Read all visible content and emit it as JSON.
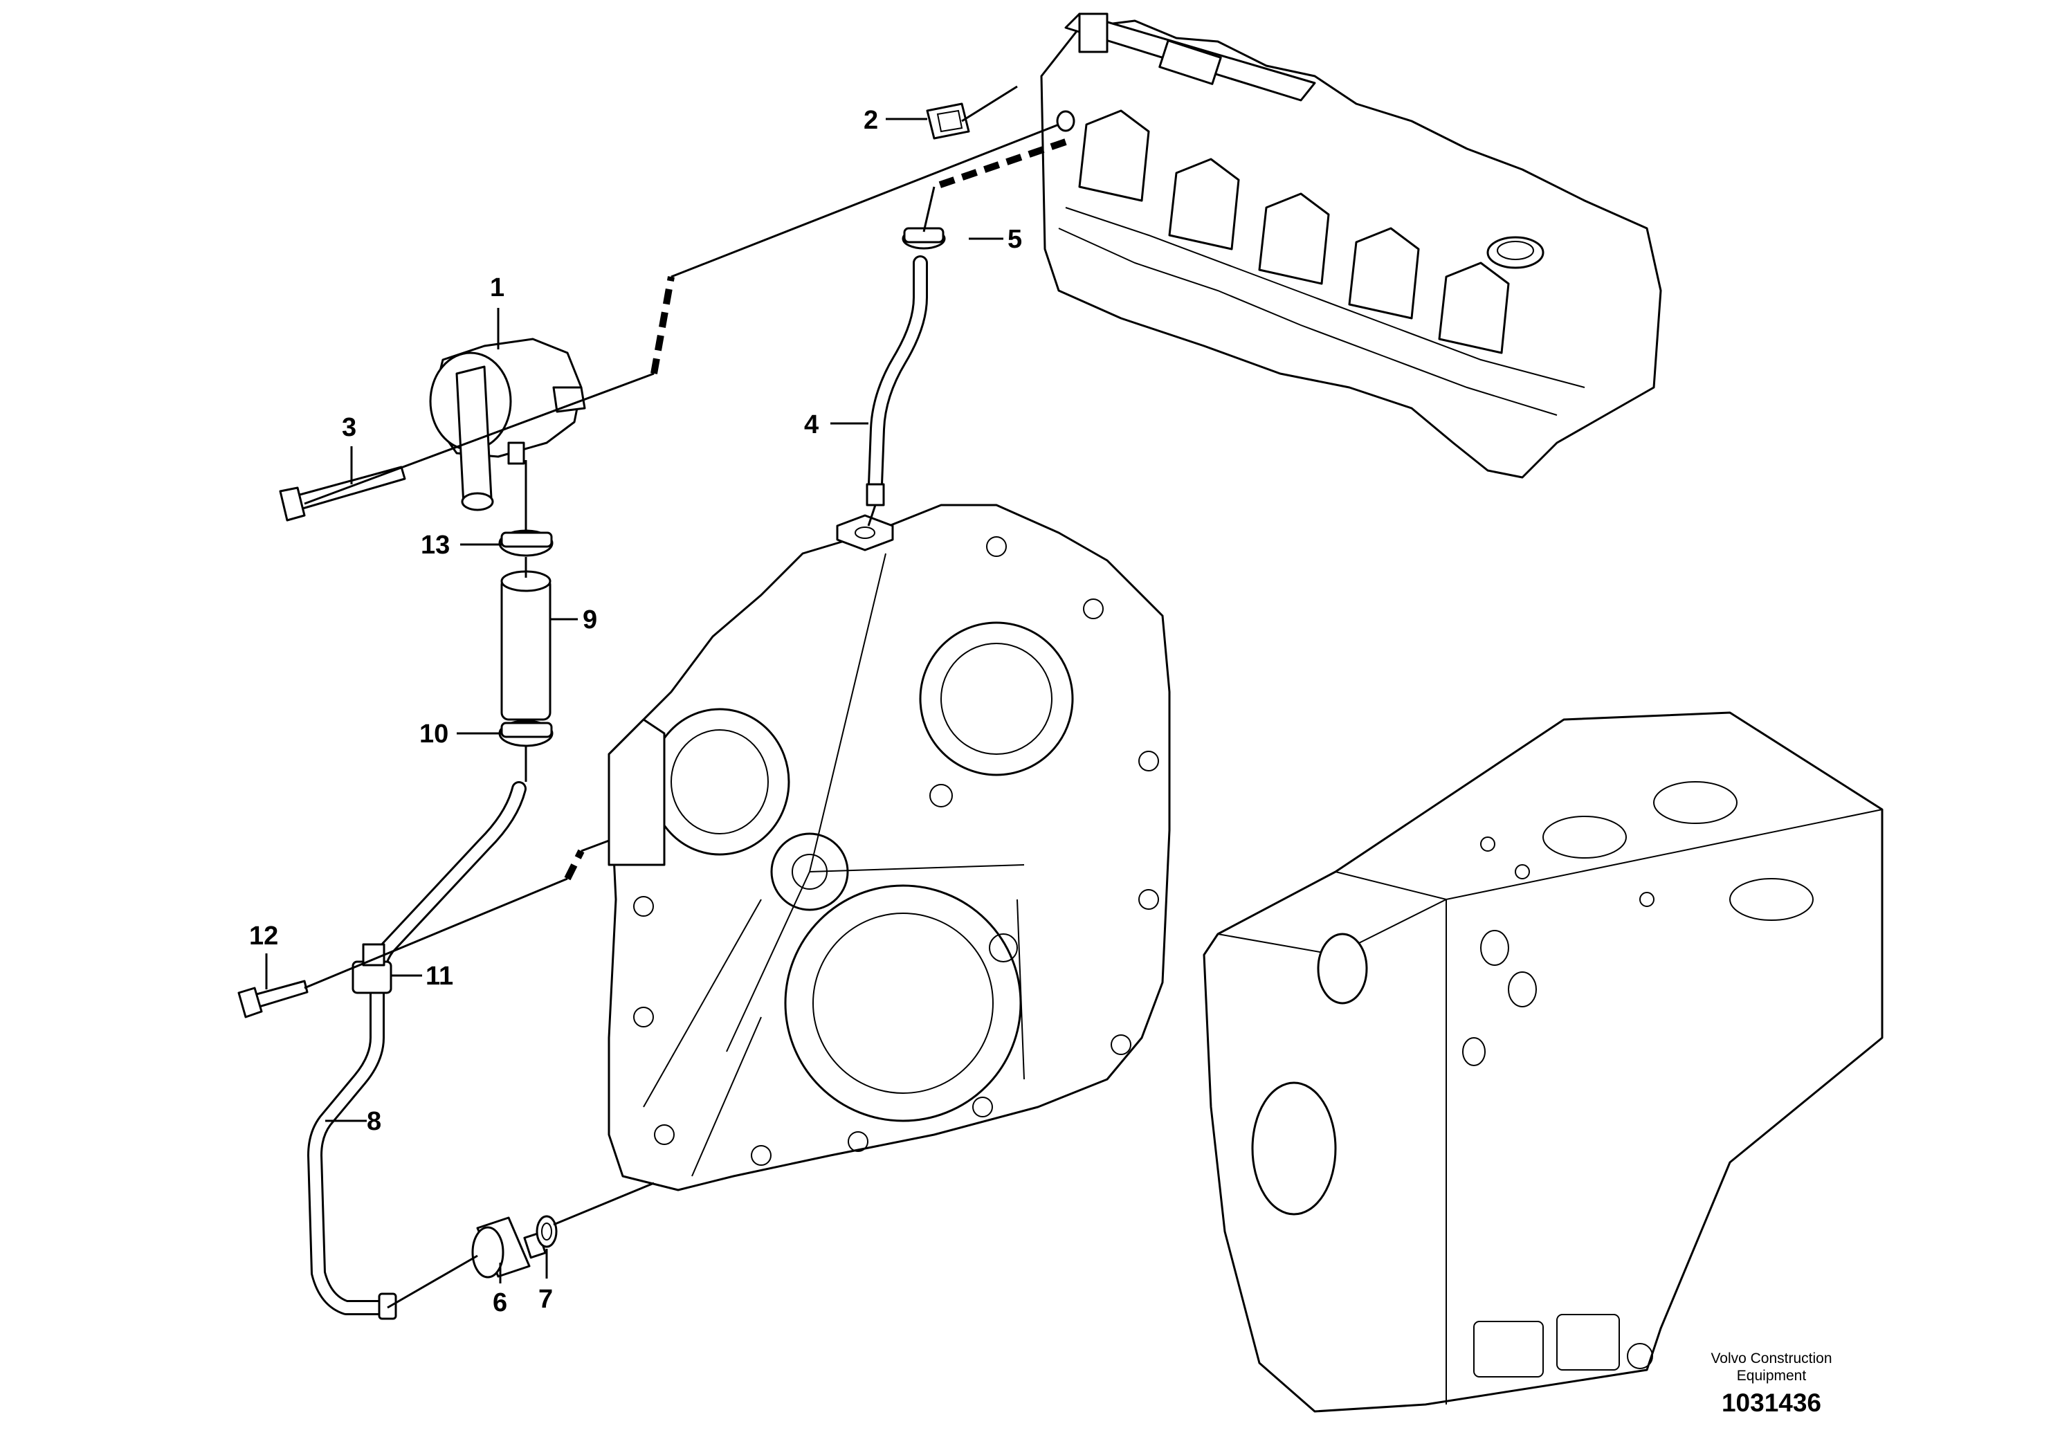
{
  "callouts": [
    {
      "id": "1",
      "label": "1"
    },
    {
      "id": "2",
      "label": "2"
    },
    {
      "id": "3",
      "label": "3"
    },
    {
      "id": "4",
      "label": "4"
    },
    {
      "id": "5",
      "label": "5"
    },
    {
      "id": "6",
      "label": "6"
    },
    {
      "id": "7",
      "label": "7"
    },
    {
      "id": "8",
      "label": "8"
    },
    {
      "id": "9",
      "label": "9"
    },
    {
      "id": "10",
      "label": "10"
    },
    {
      "id": "11",
      "label": "11"
    },
    {
      "id": "12",
      "label": "12"
    },
    {
      "id": "13",
      "label": "13"
    }
  ],
  "footer": {
    "brand_line1": "Volvo Construction",
    "brand_line2": "Equipment",
    "doc_number": "1031436"
  }
}
